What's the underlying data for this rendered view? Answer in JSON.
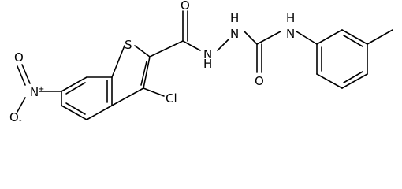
{
  "molecule": {
    "atoms": {
      "S": "S",
      "O_carbonyl_1": "O",
      "NH_1": "H",
      "N_1": "N",
      "NH_2_H": "H",
      "NH_2_N": "N",
      "O_carbonyl_2": "O",
      "NH_3_H": "H",
      "NH_3_N": "N",
      "Cl": "Cl",
      "N_nitro": "N",
      "N_nitro_charge": "+",
      "O_nitro_1": "O",
      "O_nitro_2": "O",
      "O_nitro_2_charge": "-"
    }
  }
}
